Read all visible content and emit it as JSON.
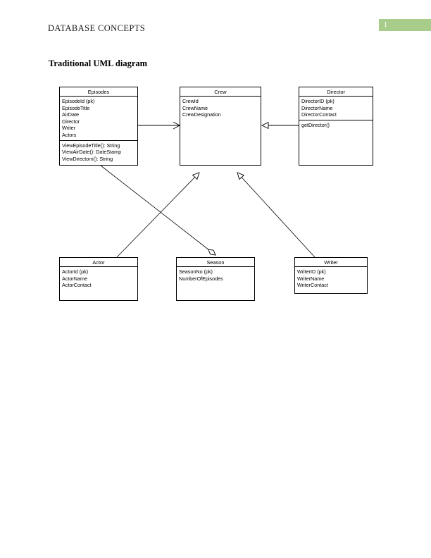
{
  "document": {
    "header_text": "DATABASE CONCEPTS",
    "page_number": "1",
    "section_title": "Traditional UML diagram",
    "badge_color": "#a8cd8a"
  },
  "diagram": {
    "type": "uml-class-diagram",
    "classes": [
      {
        "id": "episodes",
        "name": "Episodes",
        "attributes": [
          "EpisodeId (pk)",
          "EpisodeTitle",
          "AirDate",
          "Director",
          "Writer",
          "Actors"
        ],
        "methods": [
          "ViewEpisodeTitle(): String",
          "ViewAirDate(): DateStamp",
          "ViewDirectorn(): String"
        ]
      },
      {
        "id": "crew",
        "name": "Crew",
        "attributes": [
          "CrewId",
          "CrewName",
          "CrewDesignation"
        ],
        "methods": []
      },
      {
        "id": "director",
        "name": "Director",
        "attributes": [
          "DirectorID (pk)",
          "DirectorName",
          "DirectorContact"
        ],
        "methods": [
          "getDirector()"
        ]
      },
      {
        "id": "actor",
        "name": "Actor",
        "attributes": [
          "ActorId (pk)",
          "ActorName",
          "ActorContact"
        ],
        "methods": []
      },
      {
        "id": "season",
        "name": "Season",
        "attributes": [
          "SeasonNo (pk)",
          "NumberOfEpisodes"
        ],
        "methods": []
      },
      {
        "id": "writer",
        "name": "Writer",
        "attributes": [
          "WriterID (pk)",
          "WriterName",
          "WriterContact"
        ],
        "methods": []
      }
    ],
    "relationships": [
      {
        "from": "episodes",
        "to": "crew",
        "kind": "association-arrow"
      },
      {
        "from": "director",
        "to": "crew",
        "kind": "generalization"
      },
      {
        "from": "actor",
        "to": "crew",
        "kind": "generalization"
      },
      {
        "from": "writer",
        "to": "crew",
        "kind": "generalization"
      },
      {
        "from": "episodes",
        "to": "season",
        "kind": "aggregation"
      }
    ]
  }
}
